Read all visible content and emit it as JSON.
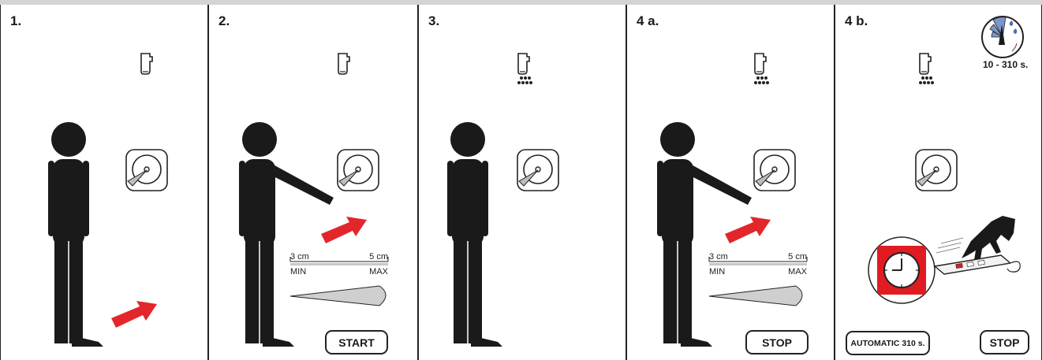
{
  "panels": [
    {
      "step": "1."
    },
    {
      "step": "2.",
      "range": {
        "min_value": "3 cm",
        "max_value": "5 cm",
        "min_label": "MIN",
        "max_label": "MAX"
      },
      "button": "START"
    },
    {
      "step": "3."
    },
    {
      "step": "4 a.",
      "range": {
        "min_value": "3 cm",
        "max_value": "5 cm",
        "min_label": "MIN",
        "max_label": "MAX"
      },
      "button": "STOP"
    },
    {
      "step": "4 b.",
      "duration": "10 - 310 s.",
      "buttons": [
        "AUTOMATIC 310 s.",
        "STOP"
      ]
    }
  ],
  "colors": {
    "ink": "#1a1a1a",
    "arrow": "#e3262b",
    "clock": "#e01b22",
    "gray": "#c8c8c8"
  }
}
